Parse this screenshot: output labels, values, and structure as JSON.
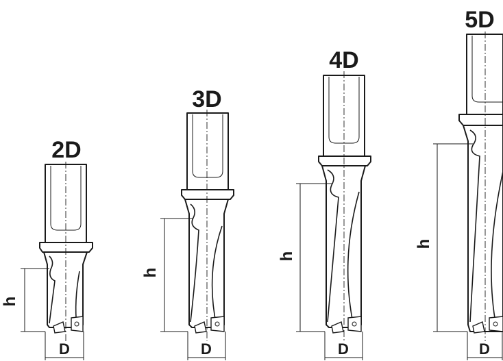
{
  "drills": [
    {
      "title": "2D",
      "h_label": "h",
      "d_label": "D"
    },
    {
      "title": "3D",
      "h_label": "h",
      "d_label": "D"
    },
    {
      "title": "4D",
      "h_label": "h",
      "d_label": "D"
    },
    {
      "title": "5D",
      "h_label": "h",
      "d_label": "D"
    }
  ]
}
